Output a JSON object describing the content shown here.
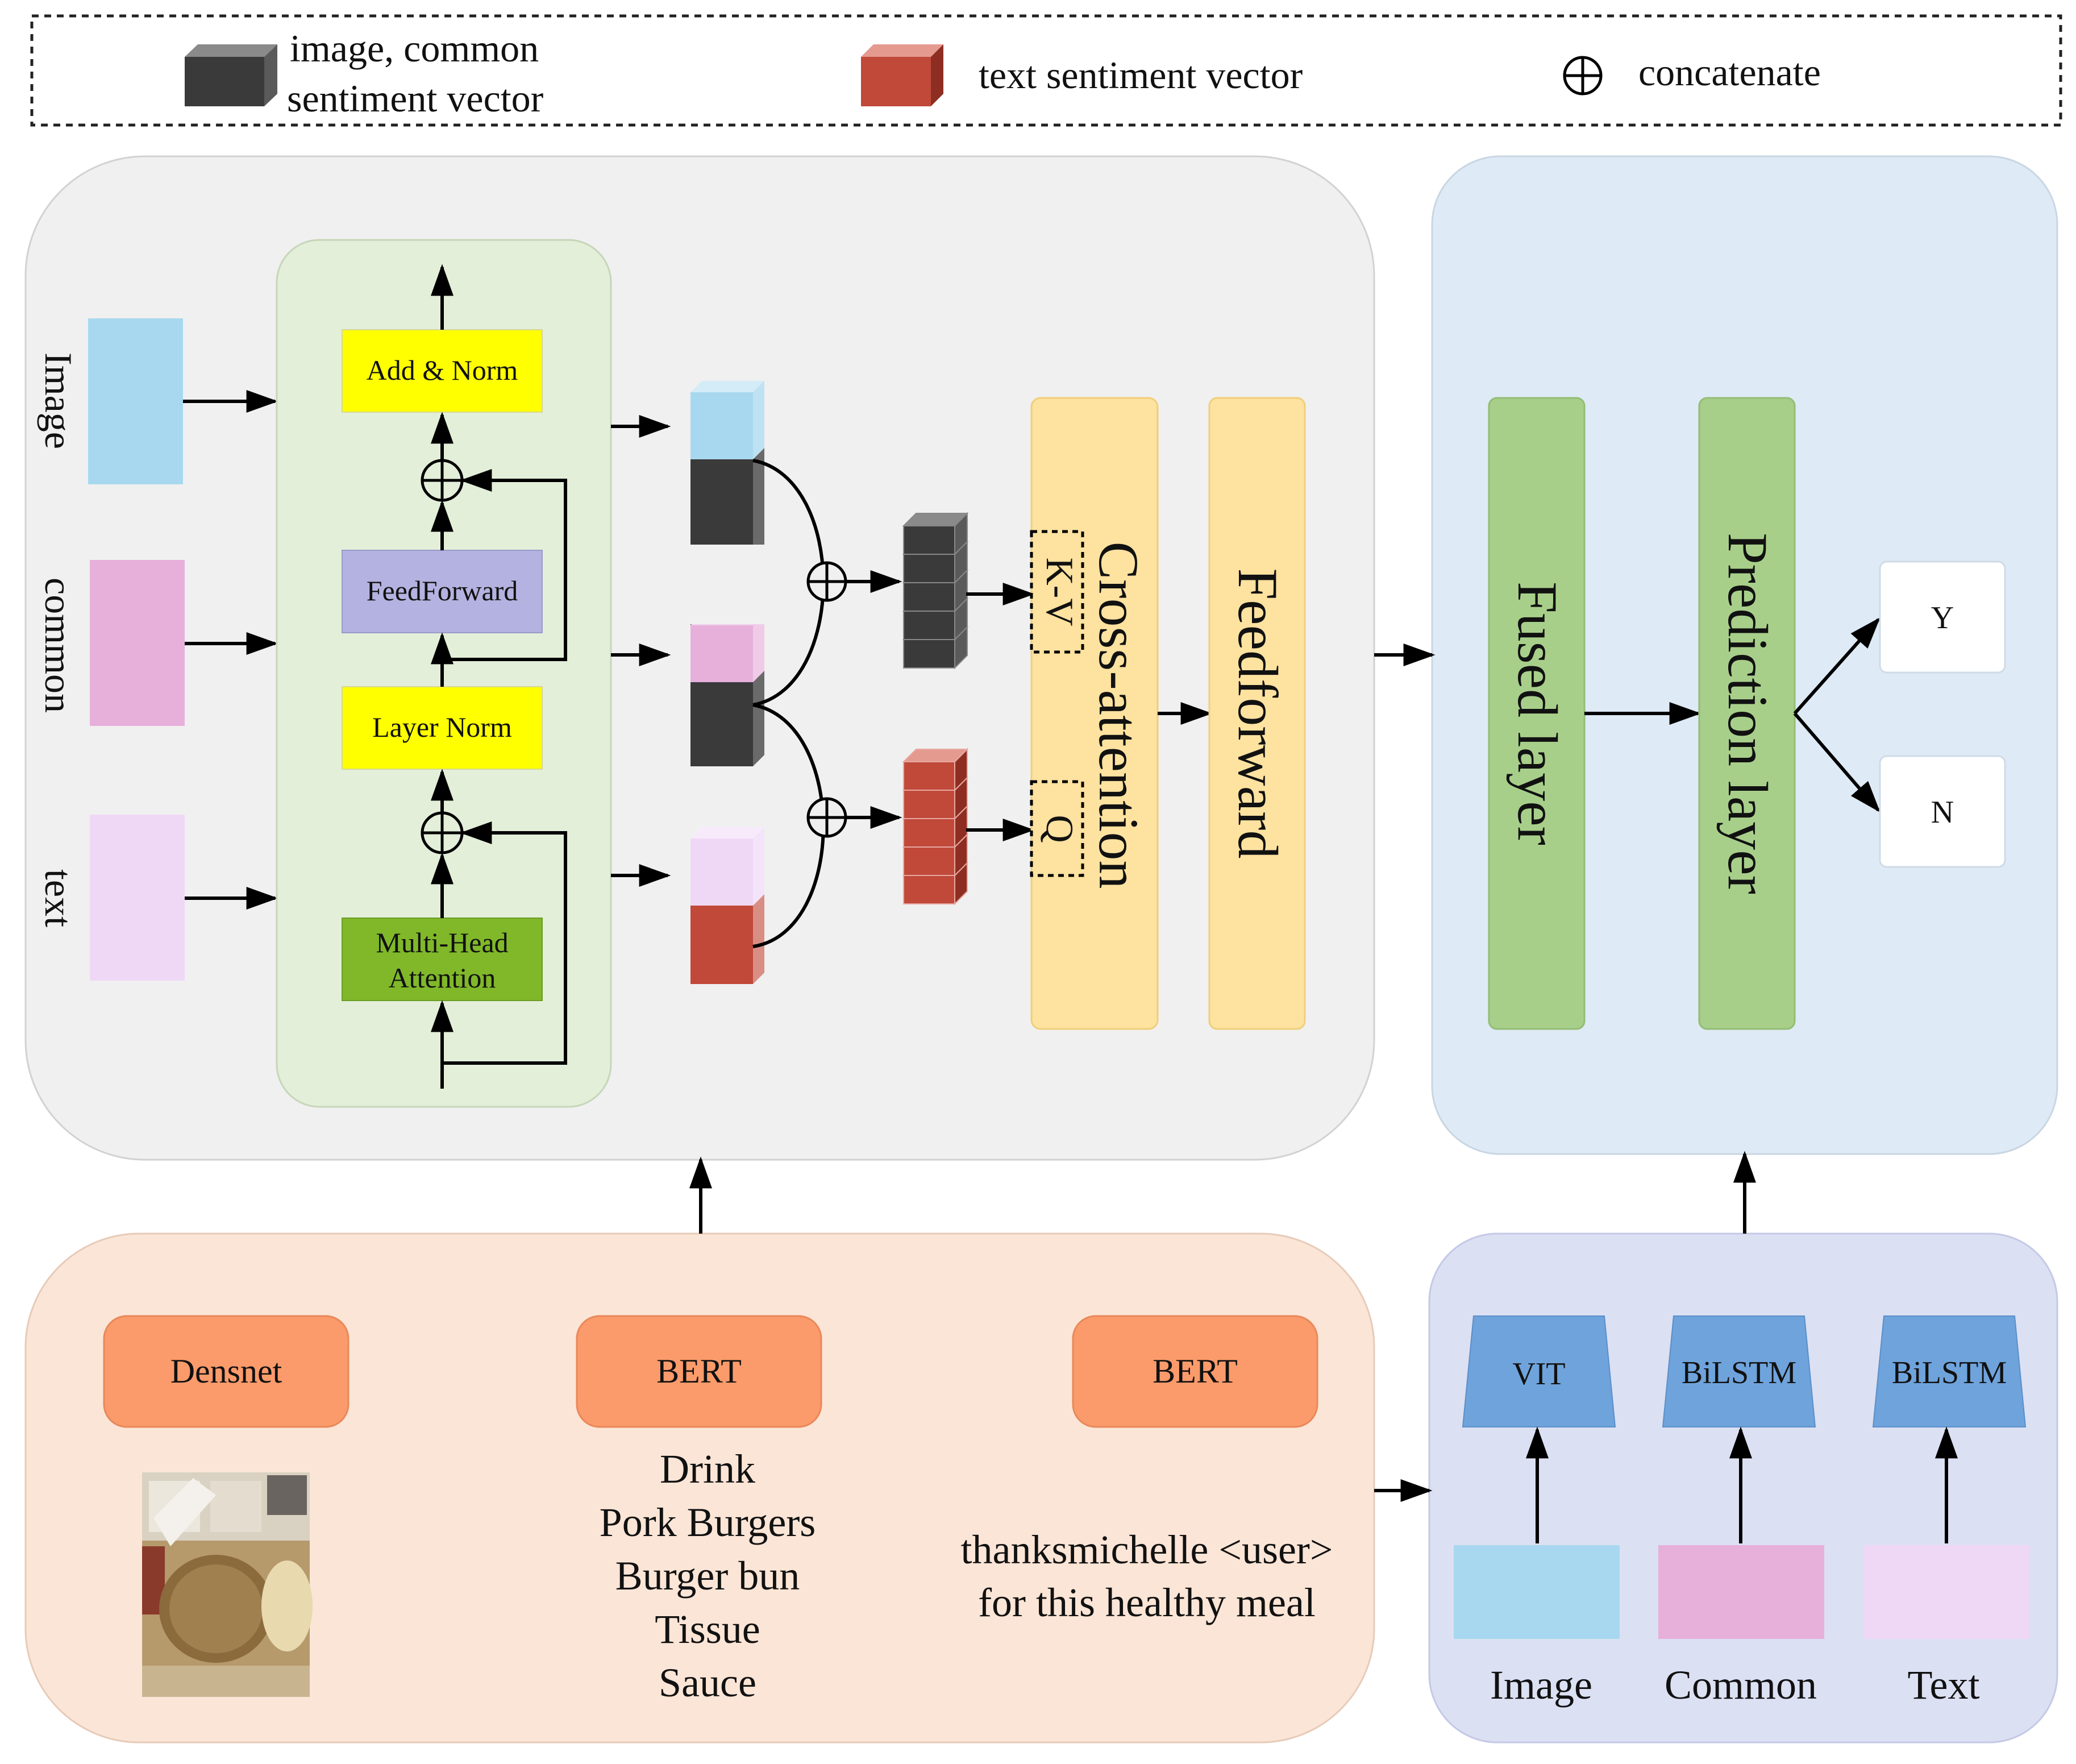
{
  "legend": {
    "dark_vector_label_line1": "image, common",
    "dark_vector_label_line2": "sentiment vector",
    "red_vector_label": "text sentiment vector",
    "concat_label": "concatenate"
  },
  "inputs": {
    "image": "Image",
    "common": "common",
    "text": "text"
  },
  "encoder_block": {
    "add_norm": "Add & Norm",
    "feedforward": "FeedForward",
    "layer_norm": "Layer Norm",
    "mha_line1": "Multi-Head",
    "mha_line2": "Attention"
  },
  "cross_attention": {
    "title": "Cross-attention",
    "kv": "K-V",
    "q": "Q"
  },
  "feedforward": "Feedforward",
  "fusion": {
    "fused_layer": "Fused layer",
    "prediction_layer": "Prediction layer",
    "out_yes": "Y",
    "out_no": "N"
  },
  "feature_extractors": {
    "densenet": "Densnet",
    "bert_common": "BERT",
    "bert_text": "BERT",
    "common_words": [
      "Drink",
      "Pork Burgers",
      "Burger bun",
      "Tissue",
      "Sauce"
    ],
    "tweet_line1": "thanksmichelle <user>",
    "tweet_line2": "for this healthy meal"
  },
  "baselines": {
    "vit": "VIT",
    "bilstm_common": "BiLSTM",
    "bilstm_text": "BiLSTM",
    "label_image": "Image",
    "label_common": "Common",
    "label_text": "Text"
  },
  "colors": {
    "image_vec": "#a8d8ef",
    "common_vec": "#e6b0db",
    "text_vec": "#efd8f6",
    "dark_cube": "#3a3a3a",
    "red_cube": "#c0493a",
    "encoder_bg": "#e3efd9",
    "yellow": "#ffff00",
    "feedforward_box": "#b4b2e0",
    "mha": "#80b82a",
    "cross_att": "#fde2a0",
    "green_layer": "#a8cf8a",
    "orange": "#fb9b6b",
    "blue_trap": "#6fa3dc"
  }
}
